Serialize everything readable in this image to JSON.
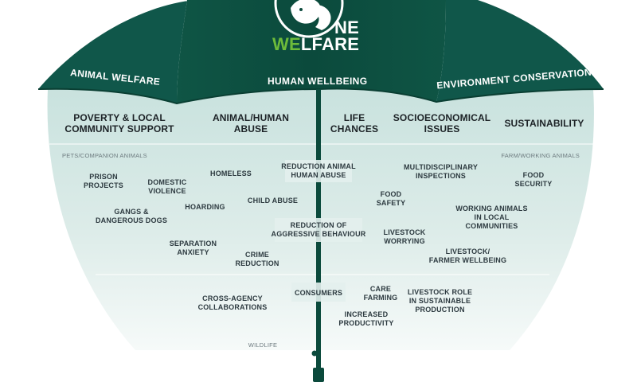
{
  "colors": {
    "canopy_dark": "#0b4a3c",
    "canopy_mid": "#13604e",
    "canopy_light": "#1b735e",
    "accent_green": "#6dbb3a",
    "text_dark": "#1c2226",
    "text_body": "#2d3a40",
    "text_faint": "#6d7a7f"
  },
  "logo": {
    "icon": "animal-human-circle-icon",
    "line1": "NE",
    "line2_accent": "WE",
    "line2_rest": "LFARE"
  },
  "canopy": {
    "left": "ANIMAL WELFARE",
    "center": "HUMAN WELLBEING",
    "right": "ENVIRONMENT CONSERVATION"
  },
  "headers": {
    "poverty": "POVERTY & LOCAL\nCOMMUNITY SUPPORT",
    "abuse": "ANIMAL/HUMAN\nABUSE",
    "life": "LIFE\nCHANCES",
    "socio": "SOCIOECONOMICAL\nISSUES",
    "sustain": "SUSTAINABILITY"
  },
  "band_labels": {
    "pets": "PETS/COMPANION ANIMALS",
    "farm": "FARM/WORKING ANIMALS",
    "wildlife": "WILDLIFE"
  },
  "items": {
    "prison": "PRISON\nPROJECTS",
    "domestic": "DOMESTIC\nVIOLENCE",
    "homeless": "HOMELESS",
    "reduction_abuse": "REDUCTION ANIMAL\nHUMAN ABUSE",
    "multidisciplinary": "MULTIDISCIPLINARY\nINSPECTIONS",
    "food_security": "FOOD\nSECURITY",
    "gangs": "GANGS &\nDANGEROUS DOGS",
    "hoarding": "HOARDING",
    "child_abuse": "CHILD ABUSE",
    "food_safety": "FOOD\nSAFETY",
    "working_animals": "WORKING ANIMALS\nIN LOCAL\nCOMMUNITIES",
    "aggressive": "REDUCTION OF\nAGGRESSIVE BEHAVIOUR",
    "separation": "SEPARATION\nANXIETY",
    "crime": "CRIME\nREDUCTION",
    "livestock_worrying": "LIVESTOCK\nWORRYING",
    "farmer_wellbeing": "LIVESTOCK/\nFARMER WELLBEING",
    "cross_agency": "CROSS-AGENCY\nCOLLABORATIONS",
    "consumers": "CONSUMERS",
    "care_farming": "CARE\nFARMING",
    "livestock_role": "LIVESTOCK ROLE\nIN SUSTAINABLE\nPRODUCTION",
    "productivity": "INCREASED\nPRODUCTIVITY"
  }
}
